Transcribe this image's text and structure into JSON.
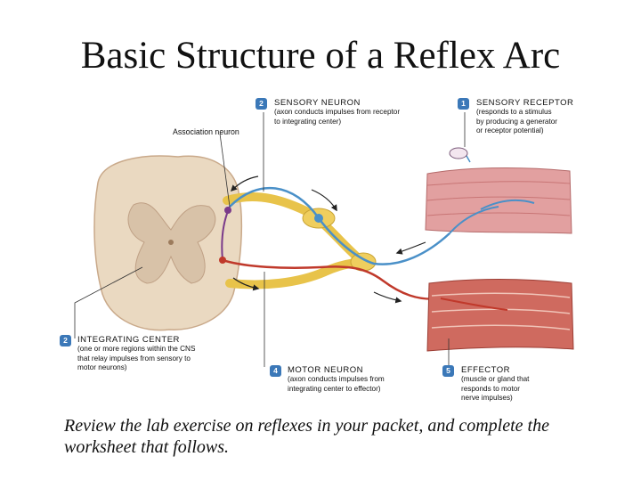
{
  "title": "Basic Structure of a Reflex Arc",
  "labels": {
    "association_neuron": "Association neuron",
    "sensory_neuron": {
      "number": "2",
      "head": "SENSORY NEURON",
      "desc": "(axon conducts impulses from receptor\nto integrating center)"
    },
    "sensory_receptor": {
      "number": "1",
      "head": "SENSORY RECEPTOR",
      "desc": "(responds to a stimulus\nby producing a generator\nor receptor potential)"
    },
    "integrating_center": {
      "number": "2",
      "head": "INTEGRATING CENTER",
      "desc": "(one or more regions within the CNS\nthat relay impulses from sensory to\nmotor neurons)"
    },
    "motor_neuron": {
      "number": "4",
      "head": "MOTOR NEURON",
      "desc": "(axon conducts impulses from\nintegrating center to effector)"
    },
    "effector": {
      "number": "5",
      "head": "EFFECTOR",
      "desc": "(muscle or gland that\nresponds to motor\nnerve impulses)"
    }
  },
  "caption": "Review the lab exercise on reflexes in your packet, and complete the worksheet that follows.",
  "colors": {
    "sensory": "#4a90c8",
    "motor": "#c0392b",
    "nerve": "#e8c34a",
    "cord": "#e9d9c2",
    "skin": "#d98a8a",
    "muscle": "#c9584e",
    "badge": "#3b78b8"
  }
}
